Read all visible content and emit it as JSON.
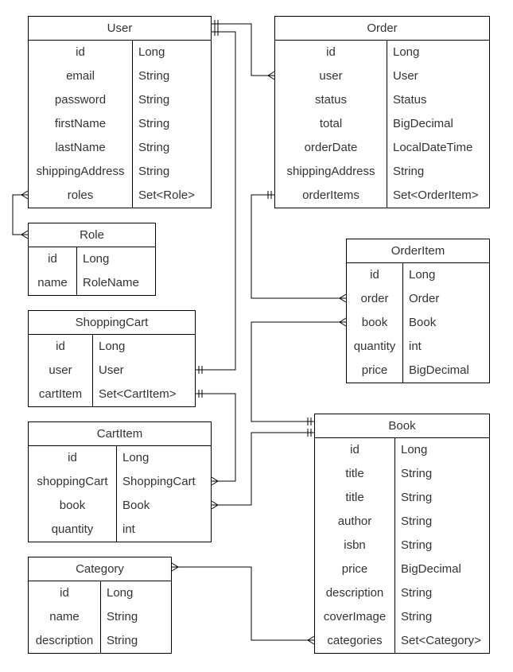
{
  "entities": [
    {
      "key": "user",
      "name": "User",
      "rows": [
        {
          "field": "id",
          "type": "Long"
        },
        {
          "field": "email",
          "type": "String"
        },
        {
          "field": "password",
          "type": "String"
        },
        {
          "field": "firstName",
          "type": "String"
        },
        {
          "field": "lastName",
          "type": "String"
        },
        {
          "field": "shippingAddress",
          "type": "String"
        },
        {
          "field": "roles",
          "type": "Set<Role>"
        }
      ]
    },
    {
      "key": "order",
      "name": "Order",
      "rows": [
        {
          "field": "id",
          "type": "Long"
        },
        {
          "field": "user",
          "type": "User"
        },
        {
          "field": "status",
          "type": "Status"
        },
        {
          "field": "total",
          "type": "BigDecimal"
        },
        {
          "field": "orderDate",
          "type": "LocalDateTime"
        },
        {
          "field": "shippingAddress",
          "type": "String"
        },
        {
          "field": "orderItems",
          "type": "Set<OrderItem>"
        }
      ]
    },
    {
      "key": "role",
      "name": "Role",
      "rows": [
        {
          "field": "id",
          "type": "Long"
        },
        {
          "field": "name",
          "type": "RoleName"
        }
      ]
    },
    {
      "key": "orderitem",
      "name": "OrderItem",
      "rows": [
        {
          "field": "id",
          "type": "Long"
        },
        {
          "field": "order",
          "type": "Order"
        },
        {
          "field": "book",
          "type": "Book"
        },
        {
          "field": "quantity",
          "type": "int"
        },
        {
          "field": "price",
          "type": "BigDecimal"
        }
      ]
    },
    {
      "key": "shoppingcart",
      "name": "ShoppingCart",
      "rows": [
        {
          "field": "id",
          "type": "Long"
        },
        {
          "field": "user",
          "type": "User"
        },
        {
          "field": "cartItem",
          "type": "Set<CartItem>"
        }
      ]
    },
    {
      "key": "cartitem",
      "name": "CartItem",
      "rows": [
        {
          "field": "id",
          "type": "Long"
        },
        {
          "field": "shoppingCart",
          "type": "ShoppingCart"
        },
        {
          "field": "book",
          "type": "Book"
        },
        {
          "field": "quantity",
          "type": "int"
        }
      ]
    },
    {
      "key": "book",
      "name": "Book",
      "rows": [
        {
          "field": "id",
          "type": "Long"
        },
        {
          "field": "title",
          "type": "String"
        },
        {
          "field": "title",
          "type": "String"
        },
        {
          "field": "author",
          "type": "String"
        },
        {
          "field": "isbn",
          "type": "String"
        },
        {
          "field": "price",
          "type": "BigDecimal"
        },
        {
          "field": "description",
          "type": "String"
        },
        {
          "field": "coverImage",
          "type": "String"
        },
        {
          "field": "categories",
          "type": "Set<Category>"
        }
      ]
    },
    {
      "key": "category",
      "name": "Category",
      "rows": [
        {
          "field": "id",
          "type": "Long"
        },
        {
          "field": "name",
          "type": "String"
        },
        {
          "field": "description",
          "type": "String"
        }
      ]
    }
  ],
  "relationships": [
    {
      "from": "User",
      "to": "Order",
      "from_end": "one",
      "to_end": "many"
    },
    {
      "from": "User",
      "to": "Role",
      "from_end": "many",
      "to_end": "many"
    },
    {
      "from": "User",
      "to": "ShoppingCart",
      "from_end": "one",
      "to_end": "one"
    },
    {
      "from": "Order",
      "to": "OrderItem",
      "from_end": "one",
      "to_end": "many"
    },
    {
      "from": "OrderItem",
      "to": "Book",
      "from_end": "many",
      "to_end": "one"
    },
    {
      "from": "ShoppingCart",
      "to": "CartItem",
      "from_end": "one",
      "to_end": "many"
    },
    {
      "from": "CartItem",
      "to": "Book",
      "from_end": "many",
      "to_end": "one"
    },
    {
      "from": "Category",
      "to": "Book",
      "from_end": "many",
      "to_end": "many"
    }
  ]
}
